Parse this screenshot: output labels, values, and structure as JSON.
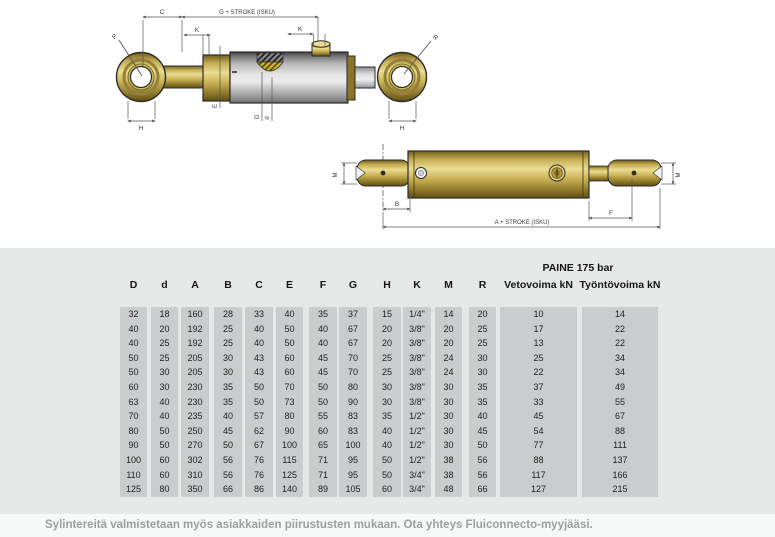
{
  "drawing_side": {
    "dim_c": "C",
    "dim_g_stroke": "G + STROKE  (ISKU)",
    "dim_k_left": "K",
    "dim_k_right": "K",
    "dim_p": "P",
    "dim_r": "R",
    "dim_e": "E",
    "dim_bore": "D",
    "dim_rod": "d",
    "dim_h_left": "H",
    "dim_h_right": "H"
  },
  "drawing_top": {
    "dim_m_left": "M",
    "dim_m_right": "M",
    "dim_b": "B",
    "dim_f": "F",
    "dim_a_stroke": "A + STROKE  (ISKU)"
  },
  "table": {
    "pressure_header": "PAINE 175 bar",
    "columns": [
      "D",
      "d",
      "A",
      "B",
      "C",
      "E",
      "F",
      "G",
      "H",
      "K",
      "M",
      "R",
      "Vetovoima kN",
      "Työntövoima kN"
    ],
    "rows": [
      [
        "32",
        "18",
        "160",
        "28",
        "33",
        "40",
        "35",
        "37",
        "15",
        "1/4\"",
        "14",
        "20",
        "10",
        "14"
      ],
      [
        "40",
        "20",
        "192",
        "25",
        "40",
        "50",
        "40",
        "67",
        "20",
        "3/8\"",
        "20",
        "25",
        "17",
        "22"
      ],
      [
        "40",
        "25",
        "192",
        "25",
        "40",
        "50",
        "40",
        "67",
        "20",
        "3/8\"",
        "20",
        "25",
        "13",
        "22"
      ],
      [
        "50",
        "25",
        "205",
        "30",
        "43",
        "60",
        "45",
        "70",
        "25",
        "3/8\"",
        "24",
        "30",
        "25",
        "34"
      ],
      [
        "50",
        "30",
        "205",
        "30",
        "43",
        "60",
        "45",
        "70",
        "25",
        "3/8\"",
        "24",
        "30",
        "22",
        "34"
      ],
      [
        "60",
        "30",
        "230",
        "35",
        "50",
        "70",
        "50",
        "80",
        "30",
        "3/8\"",
        "30",
        "35",
        "37",
        "49"
      ],
      [
        "63",
        "40",
        "230",
        "35",
        "50",
        "73",
        "50",
        "90",
        "30",
        "3/8\"",
        "30",
        "35",
        "33",
        "55"
      ],
      [
        "70",
        "40",
        "235",
        "40",
        "57",
        "80",
        "55",
        "83",
        "35",
        "1/2\"",
        "30",
        "40",
        "45",
        "67"
      ],
      [
        "80",
        "50",
        "250",
        "45",
        "62",
        "90",
        "60",
        "83",
        "40",
        "1/2\"",
        "30",
        "45",
        "54",
        "88"
      ],
      [
        "90",
        "50",
        "270",
        "50",
        "67",
        "100",
        "65",
        "100",
        "40",
        "1/2\"",
        "30",
        "50",
        "77",
        "111"
      ],
      [
        "100",
        "60",
        "302",
        "56",
        "76",
        "115",
        "71",
        "95",
        "50",
        "1/2\"",
        "38",
        "56",
        "88",
        "137"
      ],
      [
        "110",
        "60",
        "310",
        "56",
        "76",
        "125",
        "71",
        "95",
        "50",
        "3/4\"",
        "38",
        "56",
        "117",
        "166"
      ],
      [
        "125",
        "80",
        "350",
        "66",
        "86",
        "140",
        "89",
        "105",
        "60",
        "3/4\"",
        "48",
        "66",
        "127",
        "215"
      ]
    ]
  },
  "footer": {
    "note": "Sylintereitä valmistetaan myös asiakkaiden piirustusten mukaan. Ota yhteys Fluiconnecto-myyjääsi."
  },
  "colors": {
    "band_bg": "#e7e9e9",
    "stripe_bg": "#c9cdcd",
    "brass": "#b49a3c",
    "steel": "#d9d9d9",
    "footer_text": "#9e9e9e"
  }
}
